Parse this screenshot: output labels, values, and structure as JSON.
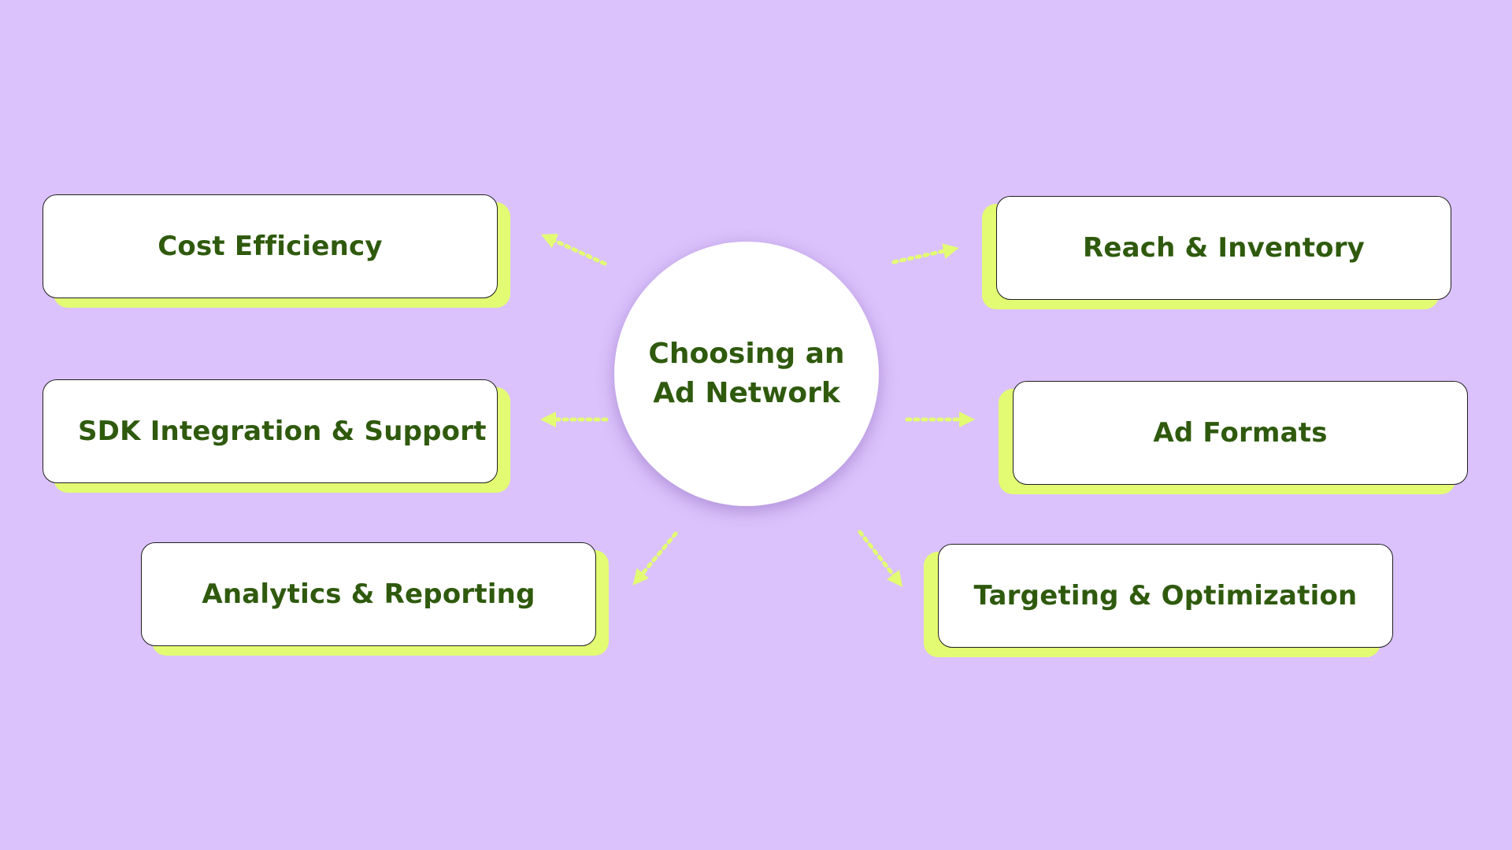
{
  "diagram": {
    "center": {
      "label": "Choosing an Ad Network"
    },
    "nodes": [
      {
        "id": "cost",
        "label": "Cost Efficiency"
      },
      {
        "id": "sdk",
        "label": "SDK Integration & Support"
      },
      {
        "id": "analytics",
        "label": "Analytics & Reporting"
      },
      {
        "id": "reach",
        "label": "Reach & Inventory"
      },
      {
        "id": "formats",
        "label": "Ad Formats"
      },
      {
        "id": "targeting",
        "label": "Targeting & Optimization"
      }
    ]
  },
  "colors": {
    "background": "#dbc2fc",
    "card_accent": "#e3fb72",
    "text": "#2f5a0e",
    "arrow": "#e3fb72"
  }
}
